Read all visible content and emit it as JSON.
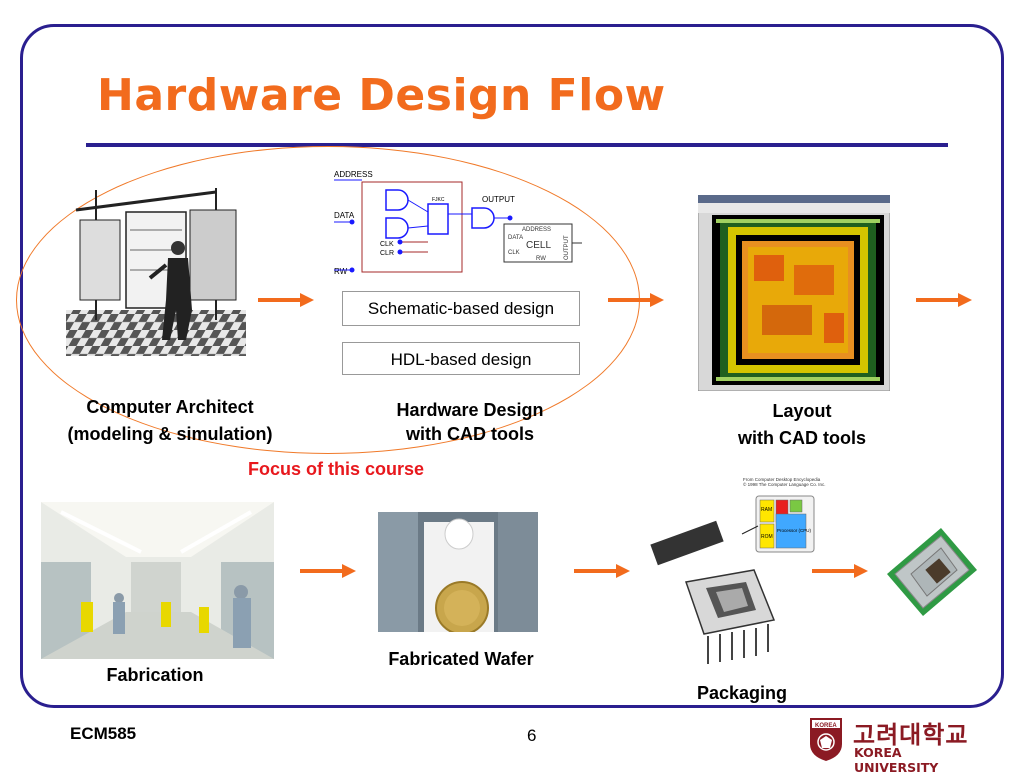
{
  "slide": {
    "title": "Hardware Design Flow",
    "footer_left": "ECM585",
    "page_number": "6"
  },
  "top_row": {
    "architect_label_line1": "Computer Architect",
    "architect_label_line2": "(modeling & simulation)",
    "schematic_box": "Schematic-based design",
    "hdl_box": "HDL-based design",
    "hw_design_line1": "Hardware Design",
    "hw_design_line2": "with CAD tools",
    "layout_line1": "Layout",
    "layout_line2": "with CAD tools",
    "focus": "Focus of this course"
  },
  "schematic": {
    "address": "ADDRESS",
    "data": "DATA",
    "clk": "CLK",
    "clr": "CLR",
    "rw": "RW",
    "output": "OUTPUT",
    "ff_label": "FJKC",
    "cell_address": "ADDRESS",
    "cell_data": "DATA",
    "cell_name": "CELL",
    "cell_clk": "CLK",
    "cell_rw": "RW",
    "cell_output": "OUTPUT"
  },
  "bottom_row": {
    "fabrication": "Fabrication",
    "wafer": "Fabricated Wafer",
    "packaging": "Packaging"
  },
  "packaging_diagram": {
    "source_line1": "From Computer Desktop Encyclopedia",
    "source_line2": "© 1998 The Computer Language Co. Inc.",
    "ram": "RAM",
    "rom": "ROM",
    "processor": "Processor (CPU)"
  },
  "logo": {
    "korean": "고려대학교",
    "english": "KOREA UNIVERSITY",
    "seal_text": "KOREA"
  },
  "colors": {
    "accent_orange": "#f26b1d",
    "frame_blue": "#2a1f8f",
    "focus_red": "#e8181d",
    "logo_crimson": "#8b1a23"
  }
}
